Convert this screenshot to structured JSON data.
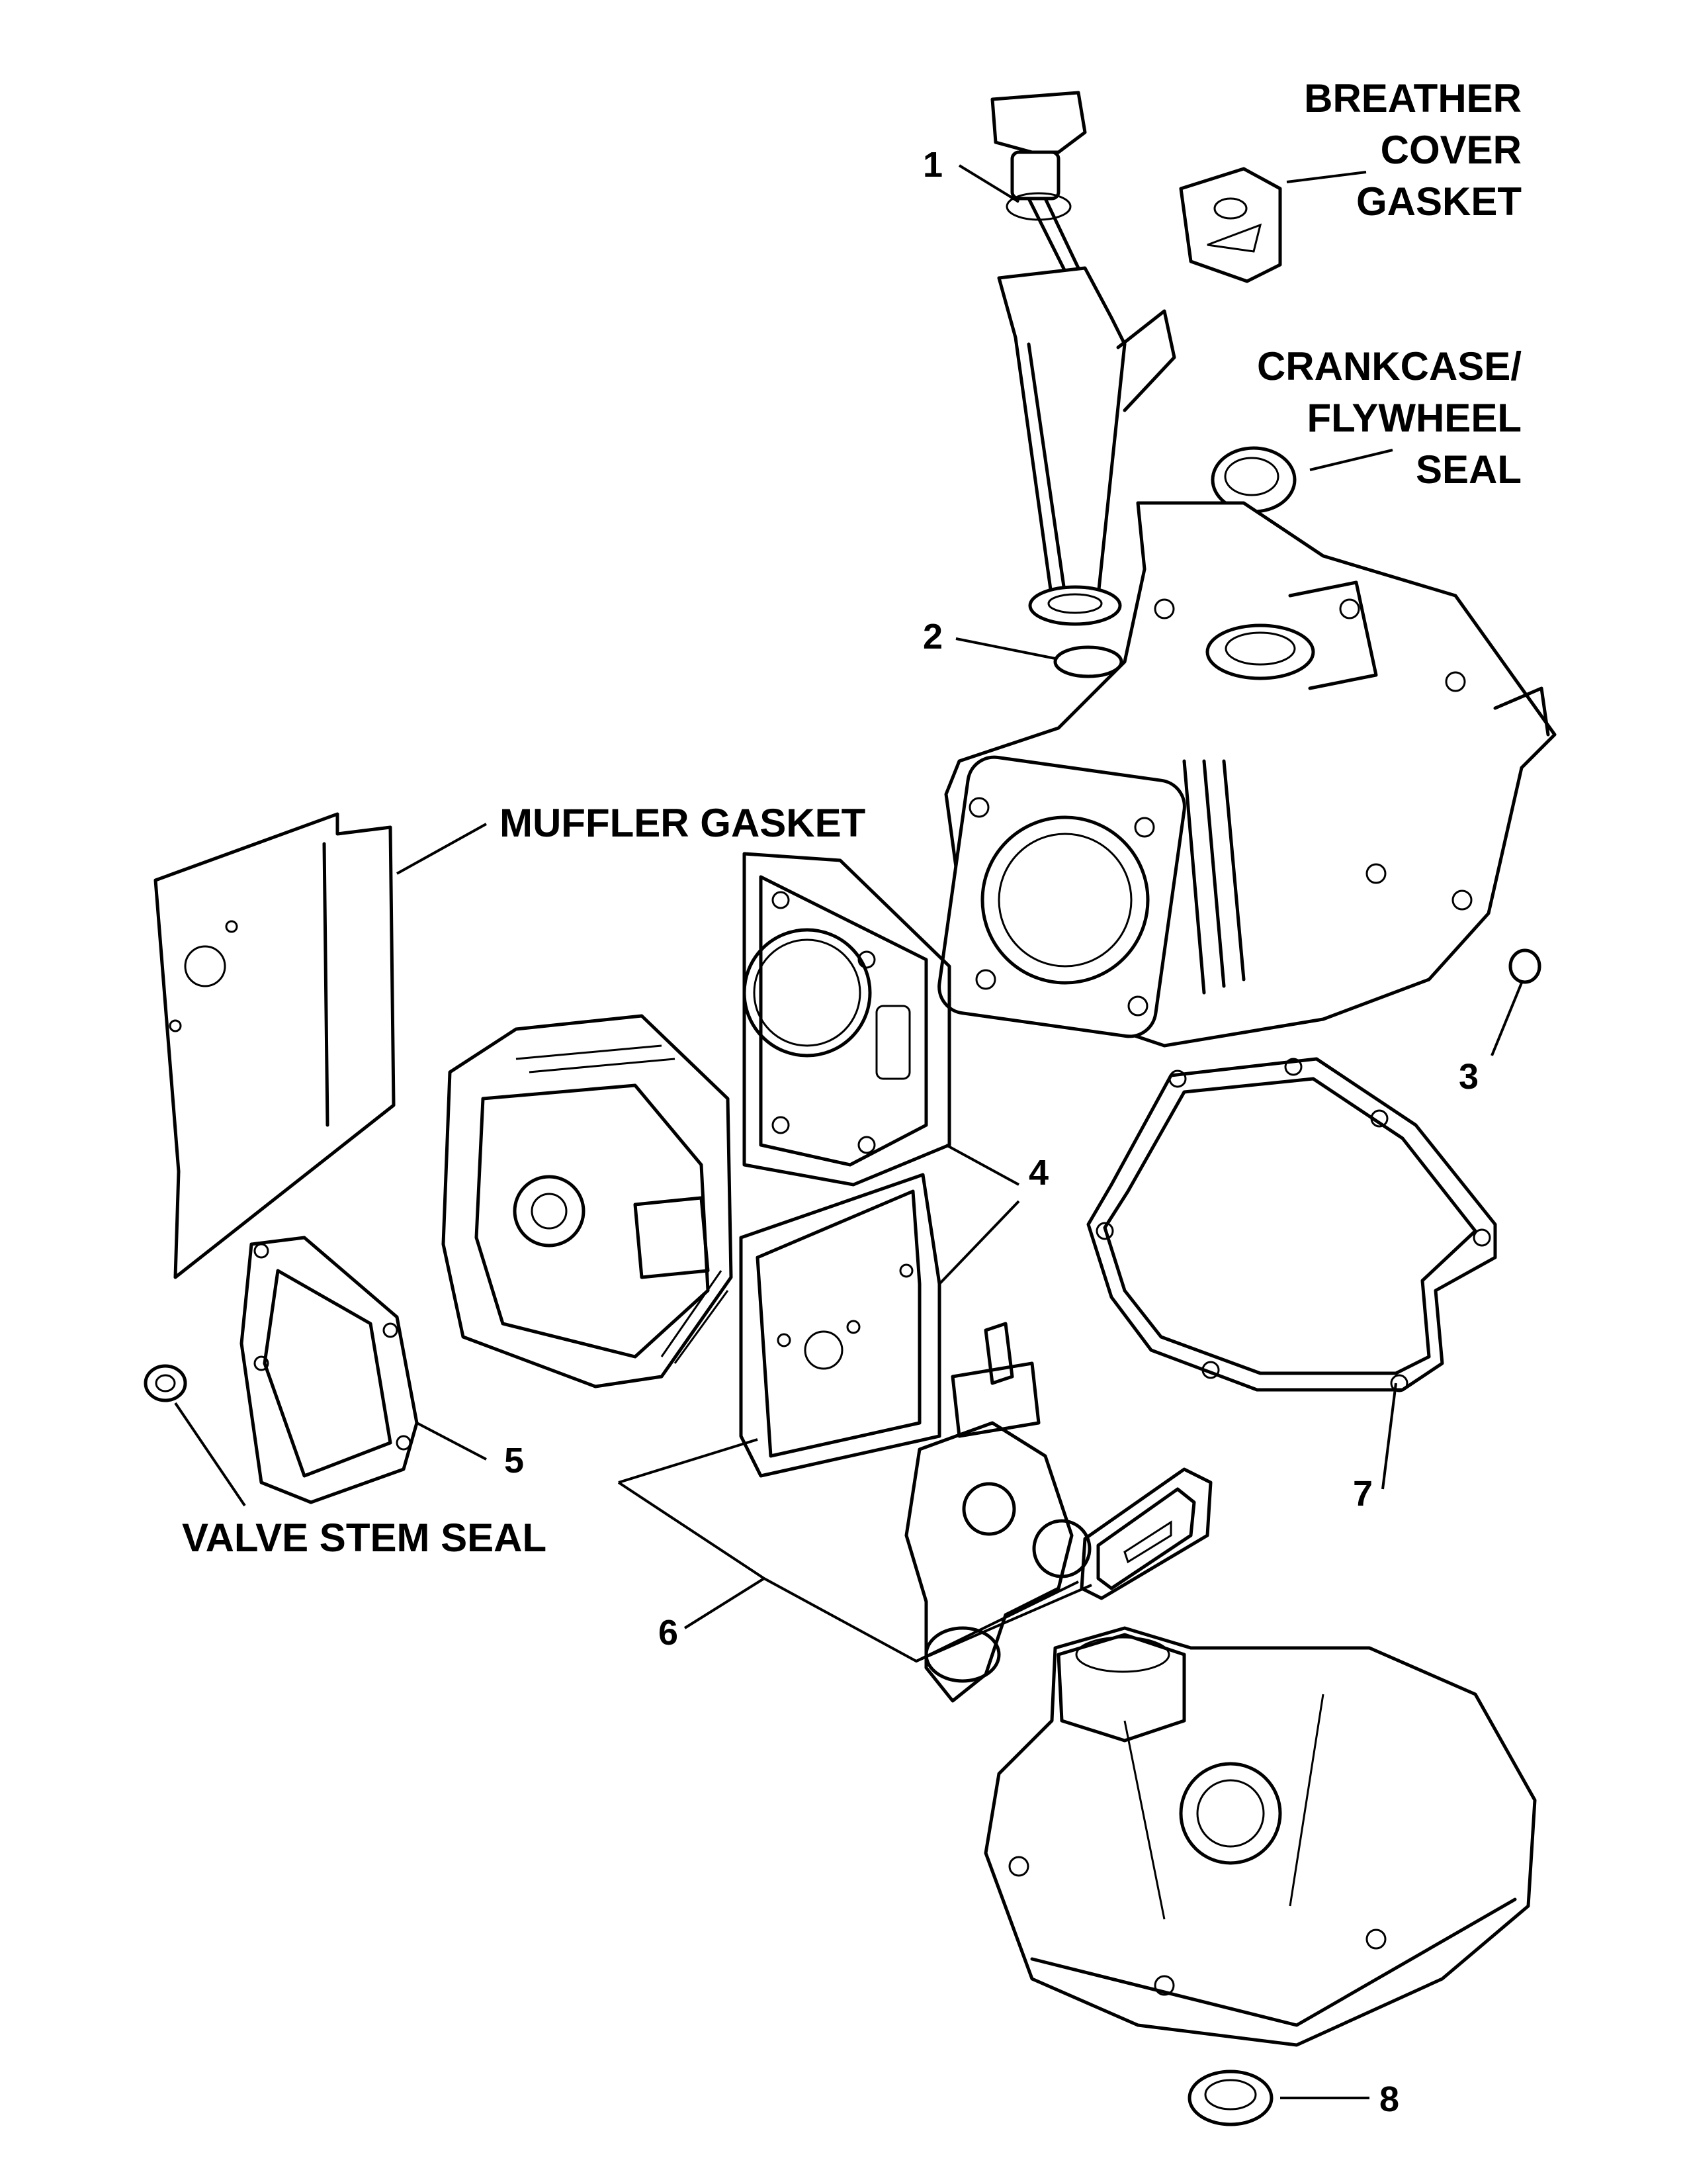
{
  "labels": {
    "n1": "1",
    "n2": "2",
    "n3": "3",
    "n4": "4",
    "n5": "5",
    "n6": "6",
    "n7": "7",
    "n8": "8",
    "breather_line1": "BREATHER",
    "breather_line2": "COVER",
    "breather_line3": "GASKET",
    "crankcase_line1": "CRANKCASE/",
    "crankcase_line2": "FLYWHEEL",
    "crankcase_line3": "SEAL",
    "muffler": "MUFFLER GASKET",
    "valve": "VALVE STEM SEAL"
  },
  "colors": {
    "ink": "#000000",
    "paper": "#ffffff"
  }
}
